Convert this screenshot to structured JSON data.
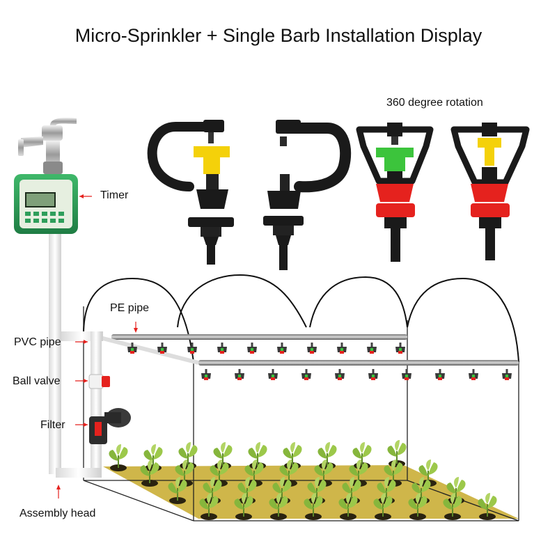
{
  "title": "Micro-Sprinkler + Single Barb Installation Display",
  "labels": {
    "rotation": "360 degree rotation",
    "timer": "Timer",
    "pe_pipe": "PE pipe",
    "pvc_pipe": "PVC pipe",
    "ball_valve": "Ball valve",
    "filter": "Filter",
    "assembly_head": "Assembly head"
  },
  "colors": {
    "timer_green": "#2e9e5a",
    "sprinkler_black": "#1a1a1a",
    "yellow": "#f4d10a",
    "green": "#3cc43c",
    "red": "#e5221e",
    "soil": "#cfb64a",
    "leaf": "#7fae38"
  }
}
